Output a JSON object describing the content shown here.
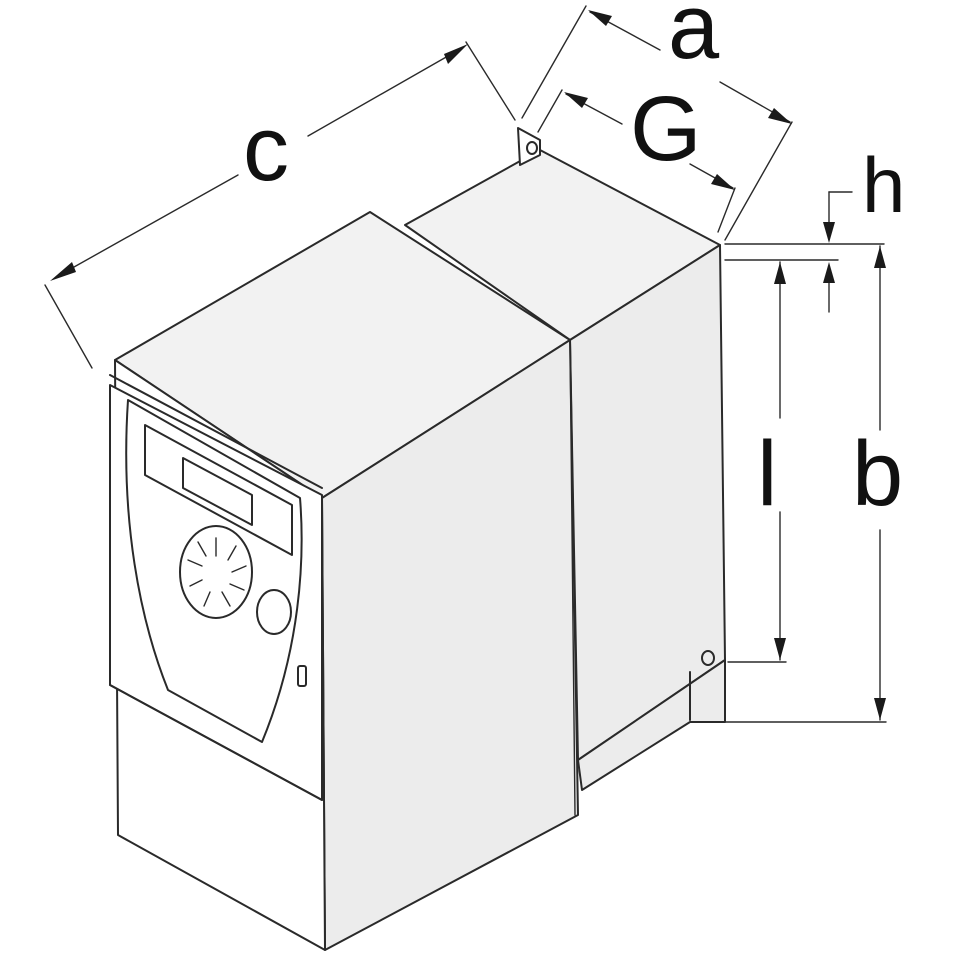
{
  "diagram": {
    "labels": {
      "a": "a",
      "g": "G",
      "c": "c",
      "h": "h",
      "l": "l",
      "b": "b"
    },
    "colors": {
      "stroke": "#2a2a2a",
      "top_face": "#f2f2f2",
      "side_face": "#ececec",
      "background": "#ffffff"
    }
  }
}
